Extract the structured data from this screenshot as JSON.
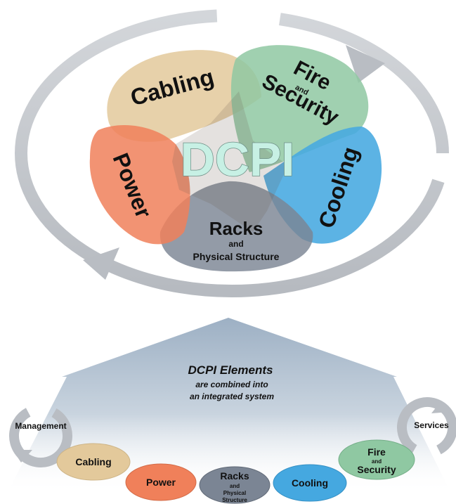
{
  "top": {
    "title": "DCPI",
    "petals": {
      "cabling": "Cabling",
      "fire_line1": "Fire",
      "fire_and": "and",
      "fire_line2": "Security",
      "cooling": "Cooling",
      "racks_line1": "Racks",
      "racks_and": "and",
      "racks_line2": "Physical Structure",
      "power": "Power"
    }
  },
  "middle": {
    "heading": "DCPI Elements",
    "line1": "are combined into",
    "line2": "an integrated system"
  },
  "bottom": {
    "management": "Management",
    "services": "Services",
    "cabling": "Cabling",
    "power": "Power",
    "racks_line1": "Racks",
    "racks_and": "and",
    "racks_line2": "Physical",
    "racks_line3": "Structure",
    "cooling": "Cooling",
    "fire_line1": "Fire",
    "fire_and": "and",
    "fire_line2": "Security"
  },
  "colors": {
    "cabling": "#e3c99b",
    "fire_security": "#8fc8a2",
    "cooling": "#45a8e0",
    "racks": "#7b8594",
    "power": "#f0805a",
    "title": "#c7f0e4",
    "ring": "#c2c5ca"
  }
}
